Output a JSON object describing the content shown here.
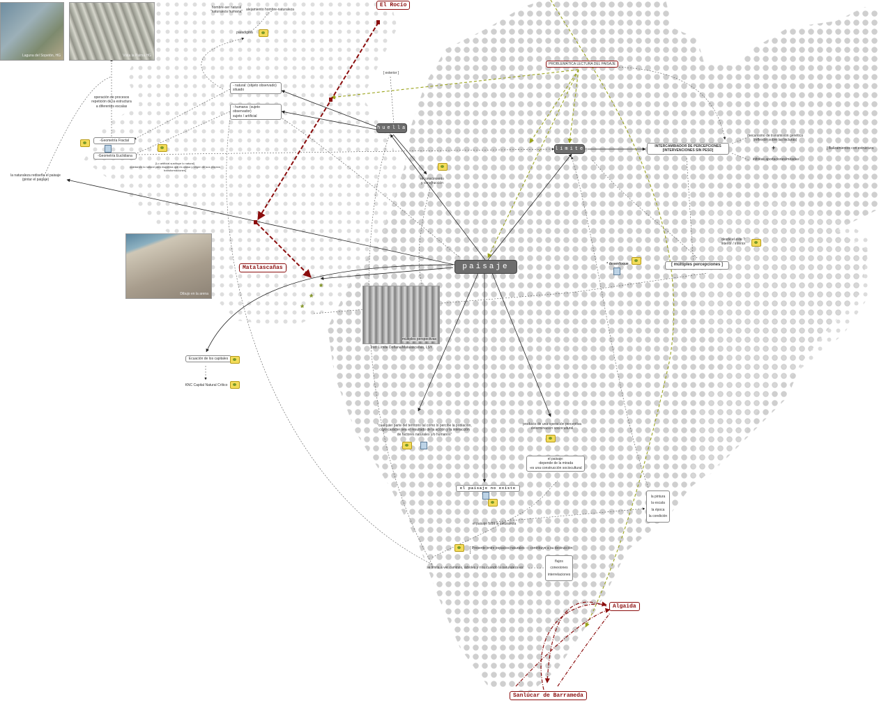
{
  "places": {
    "el_rocio": "El Rocío",
    "matalascanas": "Matalascañas",
    "algaida": "Algaida",
    "sanlucar": "Sanlúcar de Barrameda"
  },
  "hubs": {
    "paisaje": "paisaje",
    "huellas": "huellas",
    "limites": "límites",
    "no_existe": "el paisaje no existe"
  },
  "photos": {
    "laguna": "Laguna del Sopetón, HG",
    "vista": "Vista la Palma HG",
    "dibujo": "Dibujo en la arena",
    "fence_caption": "fotó: Límite Doñana/Matalascañas, LSY",
    "fence_label": "múltiples perspectivas"
  },
  "nodes": {
    "hombre_natural": "hombre-ser natural\n\"naturaleza humana\"",
    "alejamiento": "alejamiento hombre-naturaleza",
    "paradigma": "paradigma",
    "operacion_procesos": "operación de procesos\nrepetición de la estructura\na diferentes escalas",
    "geom_fractal": "-Geometría Fractal",
    "geom_euclid": "-Geometría Euclidiana",
    "artificial_note": "[Lo artificial sustituye lo natural]\nquedando lo natural para esquema que es causa y origen de sus propios transformaciones]",
    "natural": "- natural: (objeto observado)\nsituado",
    "humana": "- humana: (sujeto observador)\nsujeto / artificial",
    "exterior": "[ exterior ]",
    "naturaleza_rediseña": "la naturaleza rediseña el paisaje\n(pintar el paisaje)",
    "reconocimiento": "reconocimiento\ny construcción",
    "problematica": "PROBLEMÁTICA LECTURA DEL PAISAJE",
    "intercambiador": "INTERCAMBIADOR DE PERCEPCIONES\n[INTERVENCIONES SIN PESO]",
    "mecanismo": "mecanismo de transmisión genética\n(reflexión sobre las lecturas)",
    "infinitas": "infinitas aportaciones/miradas",
    "balizamientos": "[ Balizamientos con estructura",
    "desenfoque": "* desenfoque",
    "multiples": "[ múltiples percepciones ]",
    "desde_interior": "desde el este ?\ninterior / interior",
    "ecuacion": "Ecuación de los capitales",
    "knc": "KNC Capital Natural Crítico",
    "cualquier_parte": "\"cualquier parte del territorio tal como lo percibe la población,\ncuyo carácter sea el resultado de la acción y la interacción\nde factores naturales y/o humanos\"",
    "producto": "producto de una operación perceptiva\ndeterminación sociocultural",
    "el_paisaje_depende": "el paisaje:\n-depende de la mirada\n-es una construcción sociocultural",
    "paisaje_toda": "el paisaje toda la naturaleza",
    "presente": "[ Presente entre espacios naturales — contribuye a su destrucción ]",
    "se_limita": "se limita a ver caminos, árboles y ríos cuando la naturaleza es:",
    "flujos": "flujos",
    "conexiones": "conexiones",
    "interrelaciones": "interrelaciones",
    "la_pintura": "la pintura",
    "la_escala": "la escala",
    "la_epoca": "la época",
    "la_condicion": "la condición"
  },
  "colors": {
    "hub": "#6d6d6d",
    "place_red": "#8b0d0d",
    "olive": "#9aa31a",
    "dots": "#c9c9c9"
  }
}
